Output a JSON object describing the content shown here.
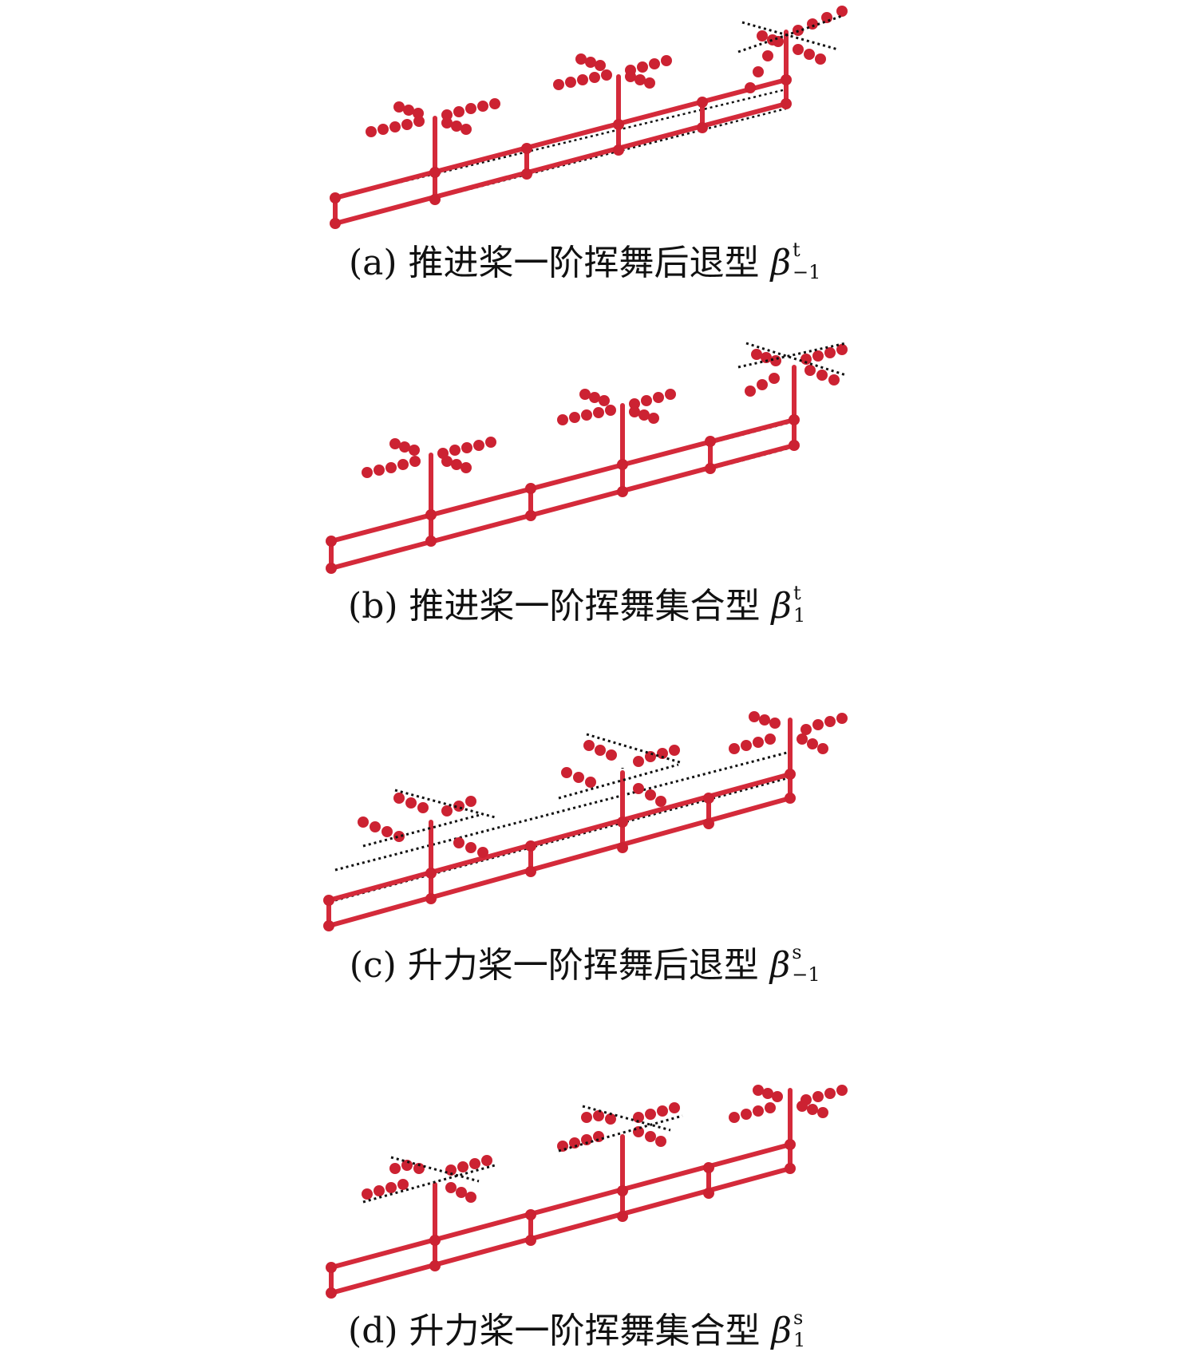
{
  "colors": {
    "structure": "#d42a3a",
    "joint": "#cc2232",
    "undeformed": "#111111"
  },
  "panels": [
    {
      "label": "(a)",
      "text": "推进桨一阶挥舞后退型",
      "symbol": "β",
      "superscript": "t",
      "subscript": "−1"
    },
    {
      "label": "(b)",
      "text": "推进桨一阶挥舞集合型",
      "symbol": "β",
      "superscript": "t",
      "subscript": "1"
    },
    {
      "label": "(c)",
      "text": "升力桨一阶挥舞后退型",
      "symbol": "β",
      "superscript": "s",
      "subscript": "−1"
    },
    {
      "label": "(d)",
      "text": "升力桨一阶挥舞集合型",
      "symbol": "β",
      "superscript": "s",
      "subscript": "1"
    }
  ]
}
